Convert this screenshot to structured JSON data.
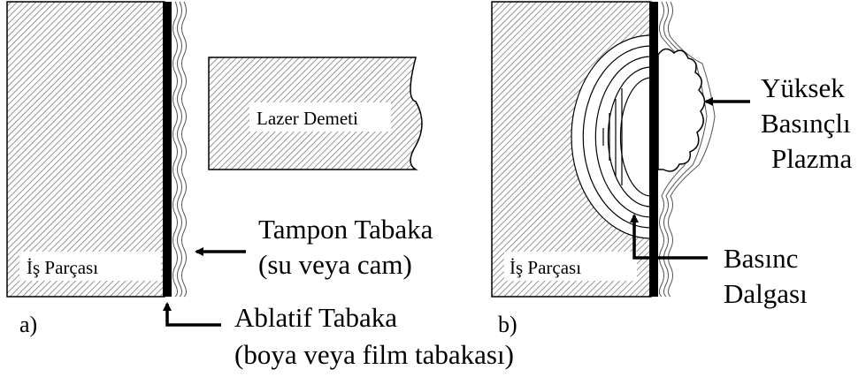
{
  "panel_a": {
    "letter": "a)",
    "workpiece_label": "İş Parçası",
    "laser_label": "Lazer Demeti",
    "buffer_label_line1": "Tampon Tabaka",
    "buffer_label_line2": "(su veya cam)",
    "ablative_label_line1": "Ablatif Tabaka",
    "ablative_label_line2": "(boya veya film tabakası)"
  },
  "panel_b": {
    "letter": "b)",
    "workpiece_label": "İş Parçası",
    "plasma_label_line1": "Yüksek",
    "plasma_label_line2": "Basınçlı",
    "plasma_label_line3": "Plazma",
    "wave_label_line1": "Basınc",
    "wave_label_line2": "Dalgası"
  }
}
